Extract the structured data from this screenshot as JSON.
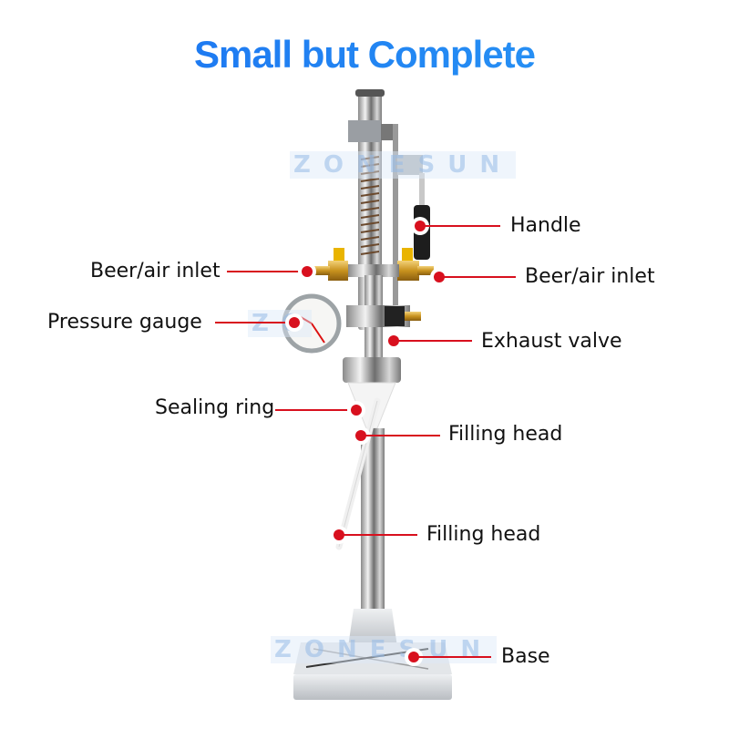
{
  "title": "Small but Complete",
  "watermark": "ZONESUN",
  "colors": {
    "title_gradient_start": "#1a6ff0",
    "title_gradient_end": "#2a9af5",
    "leader_line": "#d8101e",
    "label_text": "#111111"
  },
  "callouts": [
    {
      "id": "handle",
      "label": "Handle"
    },
    {
      "id": "beer-air-inlet-left",
      "label": "Beer/air inlet"
    },
    {
      "id": "beer-air-inlet-right",
      "label": "Beer/air inlet"
    },
    {
      "id": "pressure-gauge",
      "label": "Pressure gauge"
    },
    {
      "id": "exhaust-valve",
      "label": "Exhaust valve"
    },
    {
      "id": "sealing-ring",
      "label": "Sealing ring"
    },
    {
      "id": "filling-head-upper",
      "label": "Filling head"
    },
    {
      "id": "filling-head-lower",
      "label": "Filling head"
    },
    {
      "id": "base",
      "label": "Base"
    }
  ]
}
